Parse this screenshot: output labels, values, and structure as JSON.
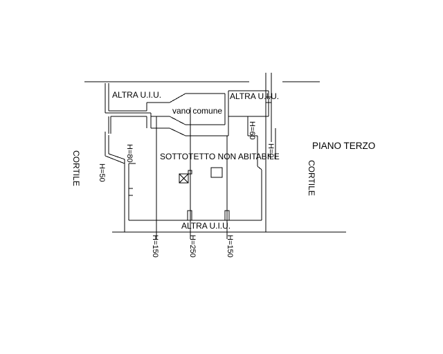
{
  "drawing": {
    "labels": {
      "altra_top_left": "ALTRA U.I.U.",
      "altra_top_right": "ALTRA U.I.U.",
      "vano_comune": "vano comune",
      "sottotetto": "SOTTOTETTO NON ABITABILE",
      "altra_bottom": "ALTRA U.I.U.",
      "piano": "PIANO TERZO",
      "cortile_left": "CORTILE",
      "cortile_right": "CORTILE"
    },
    "heights": {
      "h50": "H=50",
      "h80": "H=80",
      "h60": "H=60",
      "h0": "H=0",
      "h150_left": "H=150",
      "h250": "H=250",
      "h150_right": "H=150"
    }
  }
}
